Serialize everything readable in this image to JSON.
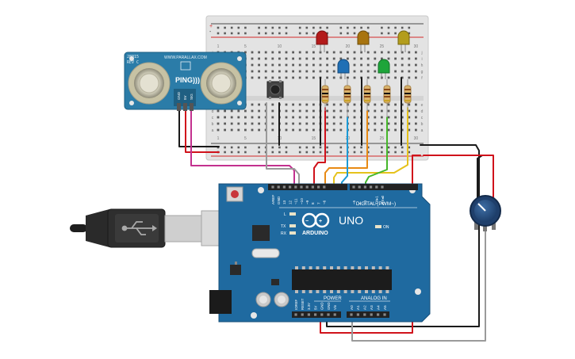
{
  "sensor": {
    "part_no": "28015",
    "revision": "REV C",
    "website": "WWW.PARALLAX.COM",
    "name": "PING)))",
    "pins": [
      "GND",
      "5V",
      "SIG"
    ]
  },
  "arduino": {
    "logo_text": "ARDUINO",
    "model": "UNO",
    "on_label": "ON",
    "led_labels": [
      "L",
      "TX",
      "RX"
    ],
    "digital_label": "DIGITAL (PWM~)",
    "analog_label": "ANALOG IN",
    "power_label": "POWER",
    "top_header_labels": [
      "AREF",
      "GND",
      "13",
      "12",
      "~11",
      "~10",
      "~9",
      "8",
      "7",
      "~6",
      "~5",
      "4",
      "~3",
      "2",
      "TX▸1",
      "RX◂0"
    ],
    "power_pins": [
      "IOREF",
      "RESET",
      "3.3V",
      "5V",
      "GND",
      "GND",
      "Vin"
    ],
    "analog_pins": [
      "A0",
      "A1",
      "A2",
      "A3",
      "A4",
      "A5"
    ]
  },
  "breadboard": {
    "column_numbers": [
      "1",
      "",
      "",
      "",
      "5",
      "",
      "",
      "",
      "",
      "10",
      "",
      "",
      "",
      "",
      "15",
      "",
      "",
      "",
      "",
      "20",
      "",
      "",
      "",
      "",
      "25",
      "",
      "",
      "",
      "",
      "30"
    ],
    "row_letters_top": [
      "j",
      "i",
      "h",
      "g",
      "f"
    ],
    "row_letters_bottom": [
      "e",
      "d",
      "c",
      "b",
      "a"
    ],
    "rail_plus": "+",
    "rail_minus": "-"
  },
  "leds": [
    {
      "name": "red-led",
      "color": "#b31b1b"
    },
    {
      "name": "orange-led",
      "color": "#a8740f"
    },
    {
      "name": "yellow-led",
      "color": "#b39d1c"
    },
    {
      "name": "blue-led",
      "color": "#1f6fb5"
    },
    {
      "name": "green-led",
      "color": "#1ea53a"
    }
  ],
  "wire_colors": {
    "red": "#d0121b",
    "black": "#1a1a1a",
    "gray": "#9a9a9a",
    "magenta": "#c3318f",
    "orange": "#e88a14",
    "blue": "#1b9ad6",
    "yellow": "#e6c21c",
    "green": "#45b72b"
  }
}
